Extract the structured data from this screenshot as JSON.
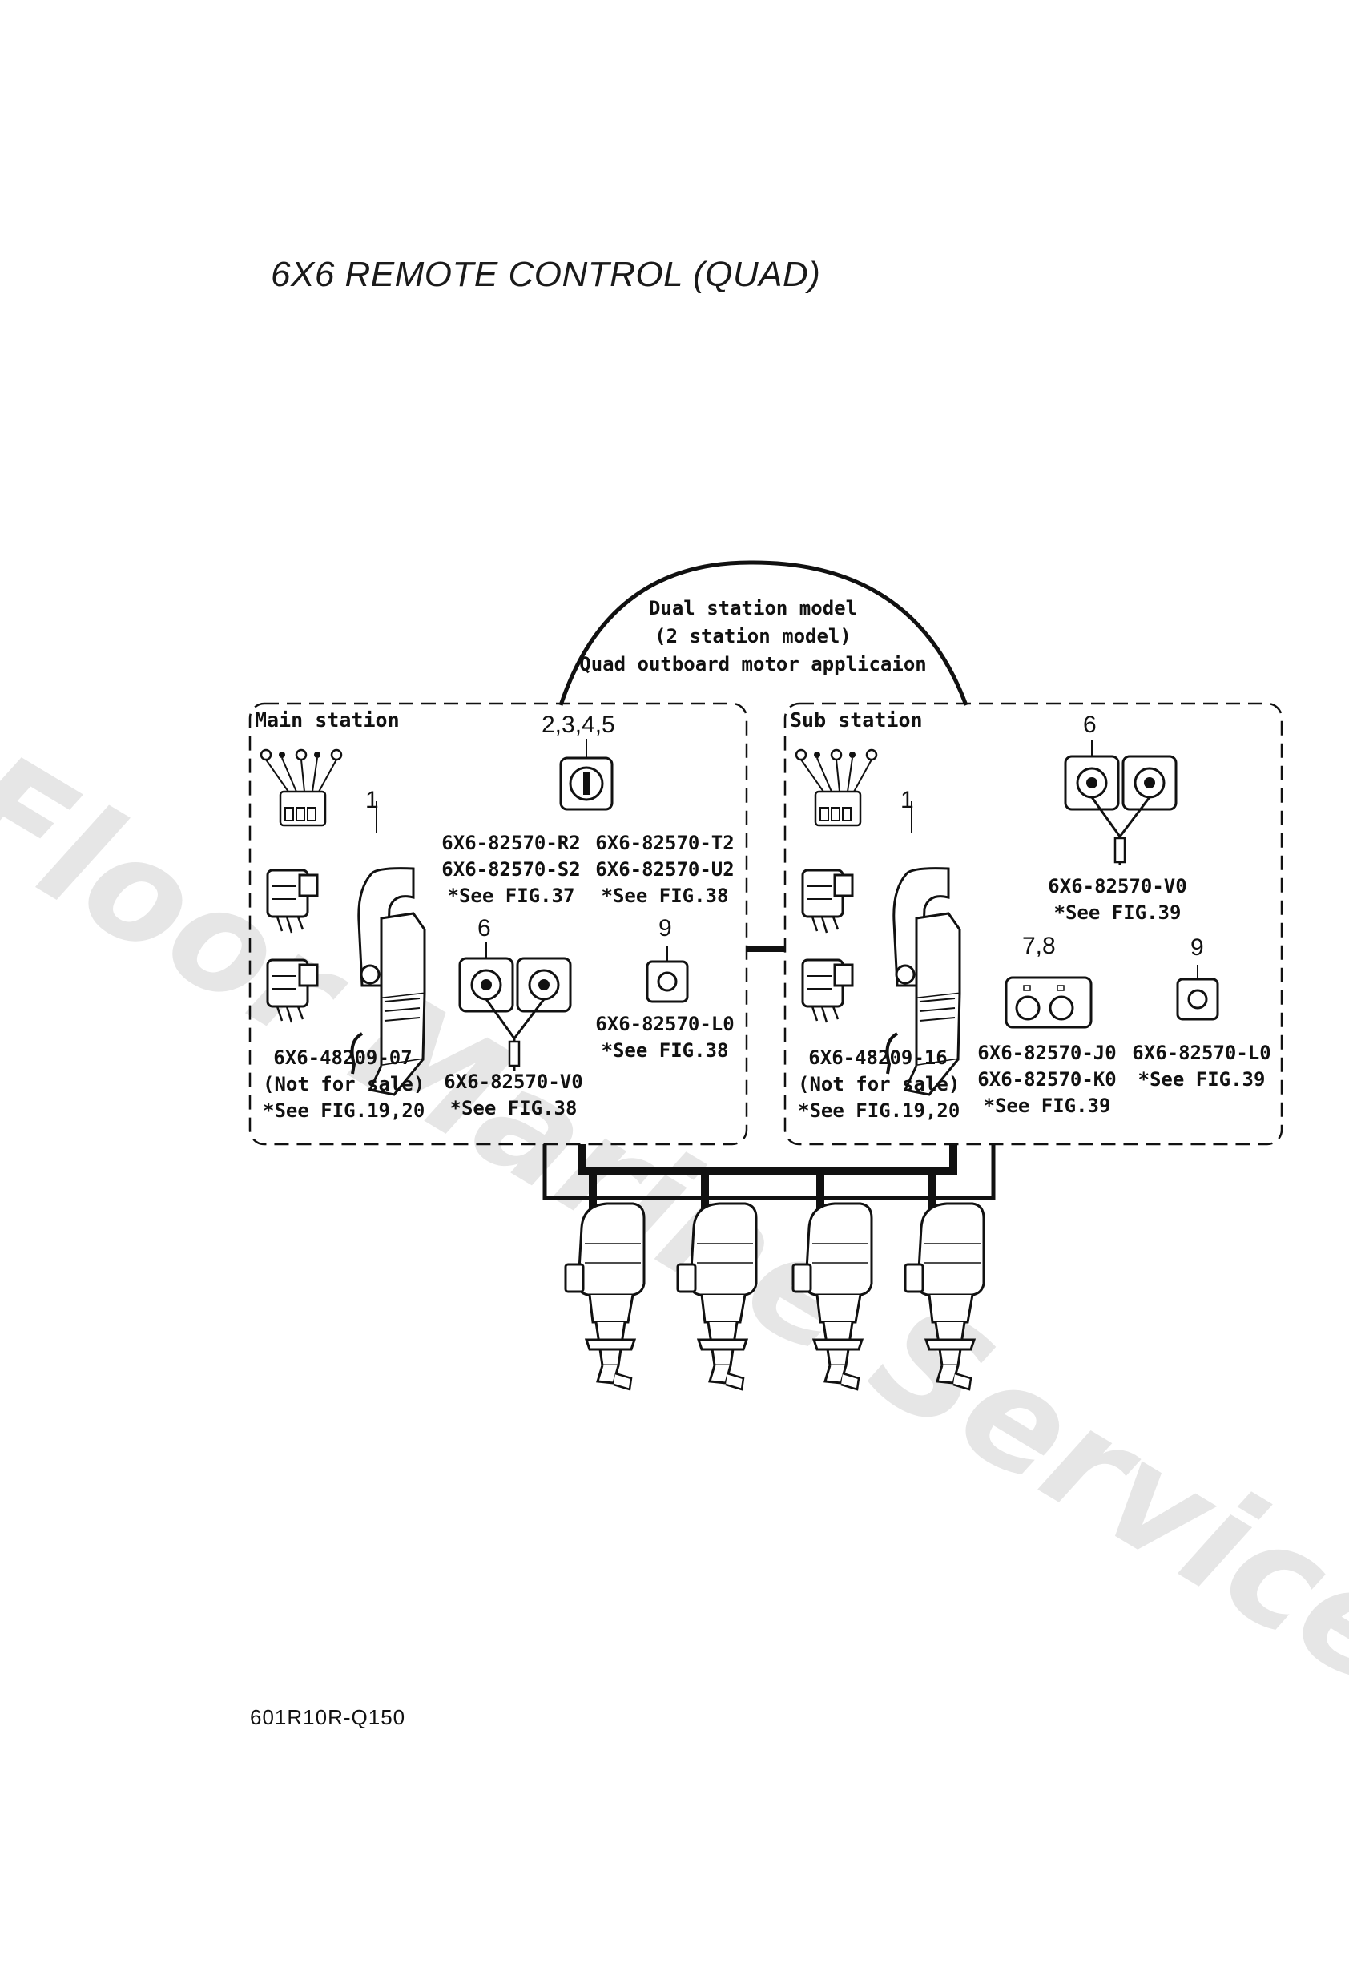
{
  "header": {
    "title": "6X6 REMOTE CONTROL (QUAD)"
  },
  "watermark": {
    "text": "Floor Marine Services"
  },
  "dual_station": {
    "line1": "Dual station model",
    "line2": "(2 station model)",
    "line3": "Quad outboard motor applicaion"
  },
  "main_station": {
    "title": "Main station",
    "callouts": {
      "switch_panel": "1",
      "key_switch": "2,3,4,5",
      "start_stop": "6",
      "emergency": "9"
    },
    "control_box": {
      "line1": "6X6-48209-07",
      "line2": "(Not for sale)",
      "line3": "*See FIG.19,20"
    },
    "key_switch_parts_a": {
      "line1": "6X6-82570-R2",
      "line2": "6X6-82570-S2",
      "line3": "*See FIG.37"
    },
    "key_switch_parts_b": {
      "line1": "6X6-82570-T2",
      "line2": "6X6-82570-U2",
      "line3": "*See FIG.38"
    },
    "start_stop_parts": {
      "line1": "6X6-82570-V0",
      "line2": "*See FIG.38"
    },
    "emergency_parts": {
      "line1": "6X6-82570-L0",
      "line2": "*See FIG.38"
    }
  },
  "sub_station": {
    "title": "Sub station",
    "callouts": {
      "switch_panel": "1",
      "start_stop": "6",
      "trim": "7,8",
      "emergency": "9"
    },
    "control_box": {
      "line1": "6X6-48209-16",
      "line2": "(Not for sale)",
      "line3": "*See FIG.19,20"
    },
    "start_stop_parts": {
      "line1": "6X6-82570-V0",
      "line2": "*See FIG.39"
    },
    "trim_parts": {
      "line1": "6X6-82570-J0",
      "line2": "6X6-82570-K0",
      "line3": "*See FIG.39"
    },
    "emergency_parts": {
      "line1": "6X6-82570-L0",
      "line2": "*See FIG.39"
    }
  },
  "footer": {
    "code": "601R10R-Q150"
  }
}
